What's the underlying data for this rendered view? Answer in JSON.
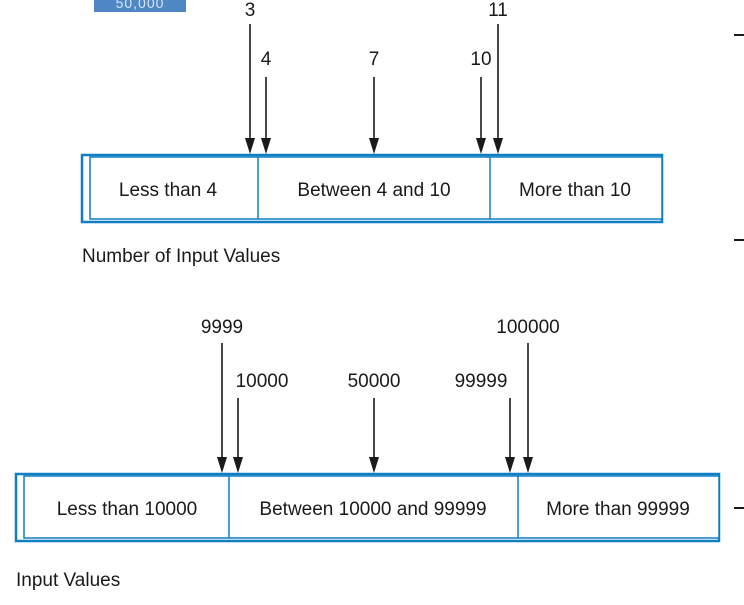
{
  "top_fragment": "50,000",
  "diagram1": {
    "values": [
      "3",
      "4",
      "7",
      "10",
      "11"
    ],
    "segments": [
      "Less than 4",
      "Between 4 and 10",
      "More than 10"
    ],
    "caption": "Number of Input Values"
  },
  "diagram2": {
    "values": [
      "9999",
      "10000",
      "50000",
      "99999",
      "100000"
    ],
    "segments": [
      "Less than 10000",
      "Between 10000 and 99999",
      "More than 99999"
    ],
    "caption": "Input Values"
  }
}
